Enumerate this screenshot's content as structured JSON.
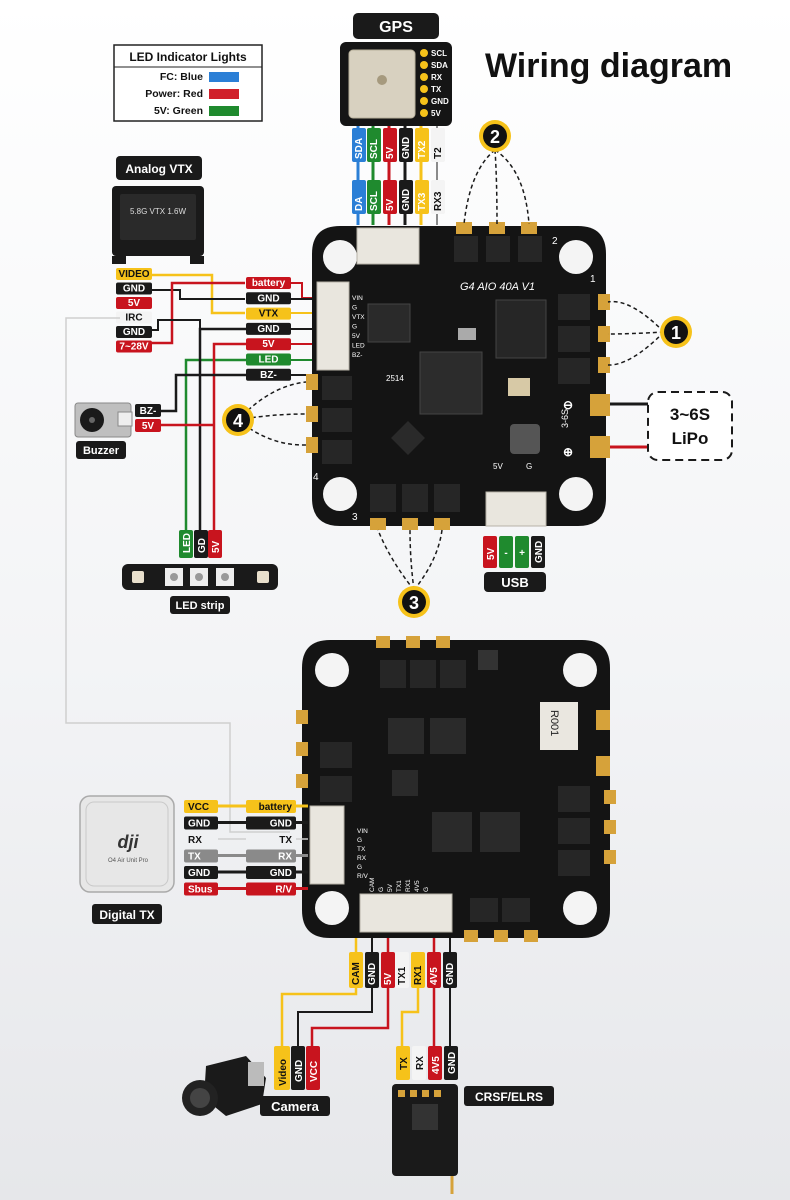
{
  "title": "Wiring diagram",
  "legend": {
    "title": "LED Indicator Lights",
    "rows": [
      {
        "label": "FC: Blue",
        "color": "#2b7fd6"
      },
      {
        "label": "Power: Red",
        "color": "#d0202a"
      },
      {
        "label": "5V: Green",
        "color": "#1f8a2e"
      }
    ]
  },
  "gps": {
    "label": "GPS",
    "pins": [
      "SCL",
      "SDA",
      "RX",
      "TX",
      "GND",
      "5V"
    ],
    "wire_top": [
      "SDA",
      "SCL",
      "5V",
      "GND",
      "TX2",
      "T2"
    ],
    "wire_bottom": [
      "DA",
      "SCL",
      "5V",
      "GND",
      "TX3",
      "RX3"
    ]
  },
  "vtx": {
    "label": "Analog VTX",
    "module_text": "5.8G VTX 1.6W",
    "pins": [
      "VIDEO",
      "GND",
      "5V",
      "IRC",
      "GND",
      "7~28V"
    ]
  },
  "fc_connector": [
    "battery",
    "GND",
    "VTX",
    "GND",
    "5V",
    "LED",
    "BZ-"
  ],
  "fc_top": {
    "model": "G4 AIO 40A V1",
    "pin_labels": [
      "VIN",
      "G",
      "VTX",
      "G",
      "5V",
      "LED",
      "BZ-"
    ],
    "silk": "2514",
    "batt_label": "3-6S",
    "usb_pins": [
      "5V",
      "G"
    ],
    "corners": [
      "1",
      "2",
      "3",
      "4"
    ]
  },
  "buzzer": {
    "label": "Buzzer",
    "pins": [
      "BZ-",
      "5V"
    ]
  },
  "led_strip": {
    "label": "LED strip",
    "pins": [
      "LED",
      "GD",
      "5V"
    ]
  },
  "usb": {
    "label": "USB",
    "pins": [
      "5V",
      "-",
      "+",
      "GND"
    ]
  },
  "lipo": {
    "line1": "3~6S",
    "line2": "LiPo"
  },
  "callouts": [
    "1",
    "2",
    "3",
    "4"
  ],
  "fc_bottom": {
    "resistor": "R001",
    "side_pins": [
      "VIN",
      "G",
      "TX",
      "RX",
      "G",
      "R/V"
    ],
    "bottom_pins": [
      "CAM",
      "G",
      "5V",
      "TX1",
      "RX1",
      "4V5",
      "G"
    ]
  },
  "digital_tx": {
    "label": "Digital TX",
    "brand": "dji",
    "model": "O4 Air Unit Pro",
    "left_pins": [
      "VCC",
      "GND",
      "RX",
      "TX",
      "GND",
      "Sbus"
    ],
    "right_pins": [
      "battery",
      "GND",
      "TX",
      "RX",
      "GND",
      "R/V"
    ]
  },
  "cam_connector": [
    "CAM",
    "GND",
    "5V",
    "TX1",
    "RX1",
    "4V5",
    "GND"
  ],
  "camera": {
    "label": "Camera",
    "pins": [
      "Video",
      "GND",
      "VCC"
    ]
  },
  "rx": {
    "label": "CRSF/ELRS",
    "pins": [
      "TX",
      "RX",
      "4V5",
      "GND"
    ]
  },
  "colors": {
    "yellow": "#f6c21a",
    "red": "#c8141e",
    "green": "#1f8a2e",
    "blue": "#2b7fd6",
    "black": "#1a1a1a",
    "gray": "#8a8a8a",
    "pad": "#d6a23a",
    "pcb": "#141414"
  }
}
